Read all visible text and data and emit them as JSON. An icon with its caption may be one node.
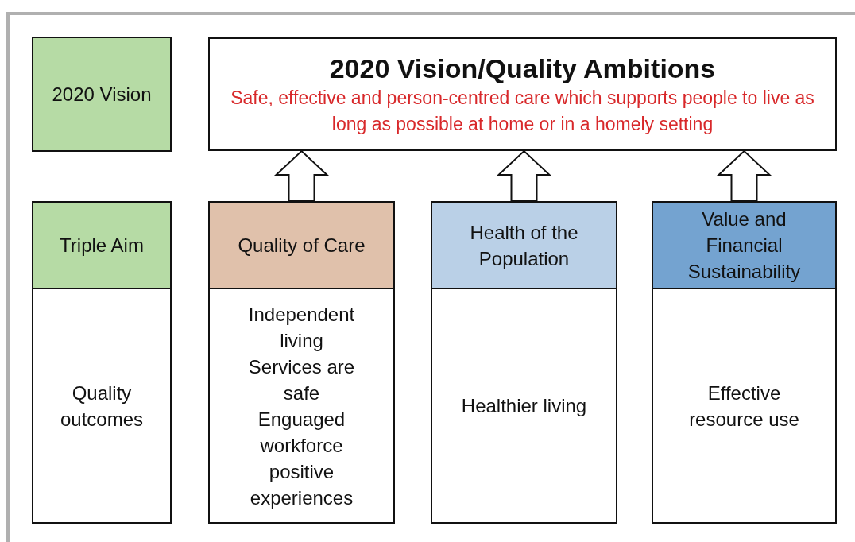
{
  "diagram": {
    "nodes": [
      {
        "text": [
          "2020 Vision"
        ]
      },
      {
        "text": [
          "2020 Vision/Quality Ambitions",
          "Safe, effective and person-centred care which supports people to live as long as possible at home or in a homely setting"
        ]
      },
      {
        "text": [
          "Triple Aim"
        ]
      },
      {
        "text": [
          "Quality outcomes"
        ]
      },
      {
        "text": [
          "Quality of Care"
        ]
      },
      {
        "text": [
          "Independent living",
          "Services are safe",
          "Enguaged workforce",
          "positive experiences"
        ]
      },
      {
        "text": [
          "Health of the Population"
        ]
      },
      {
        "text": [
          "Healthier living"
        ]
      },
      {
        "text": [
          "Value and Financial Sustainability"
        ]
      },
      {
        "text": [
          "Effective resource use"
        ]
      }
    ],
    "edges": [
      {
        "from": 4,
        "to": 1,
        "arrow": "to"
      },
      {
        "from": 6,
        "to": 1,
        "arrow": "to"
      },
      {
        "from": 8,
        "to": 1,
        "arrow": "to"
      }
    ]
  }
}
